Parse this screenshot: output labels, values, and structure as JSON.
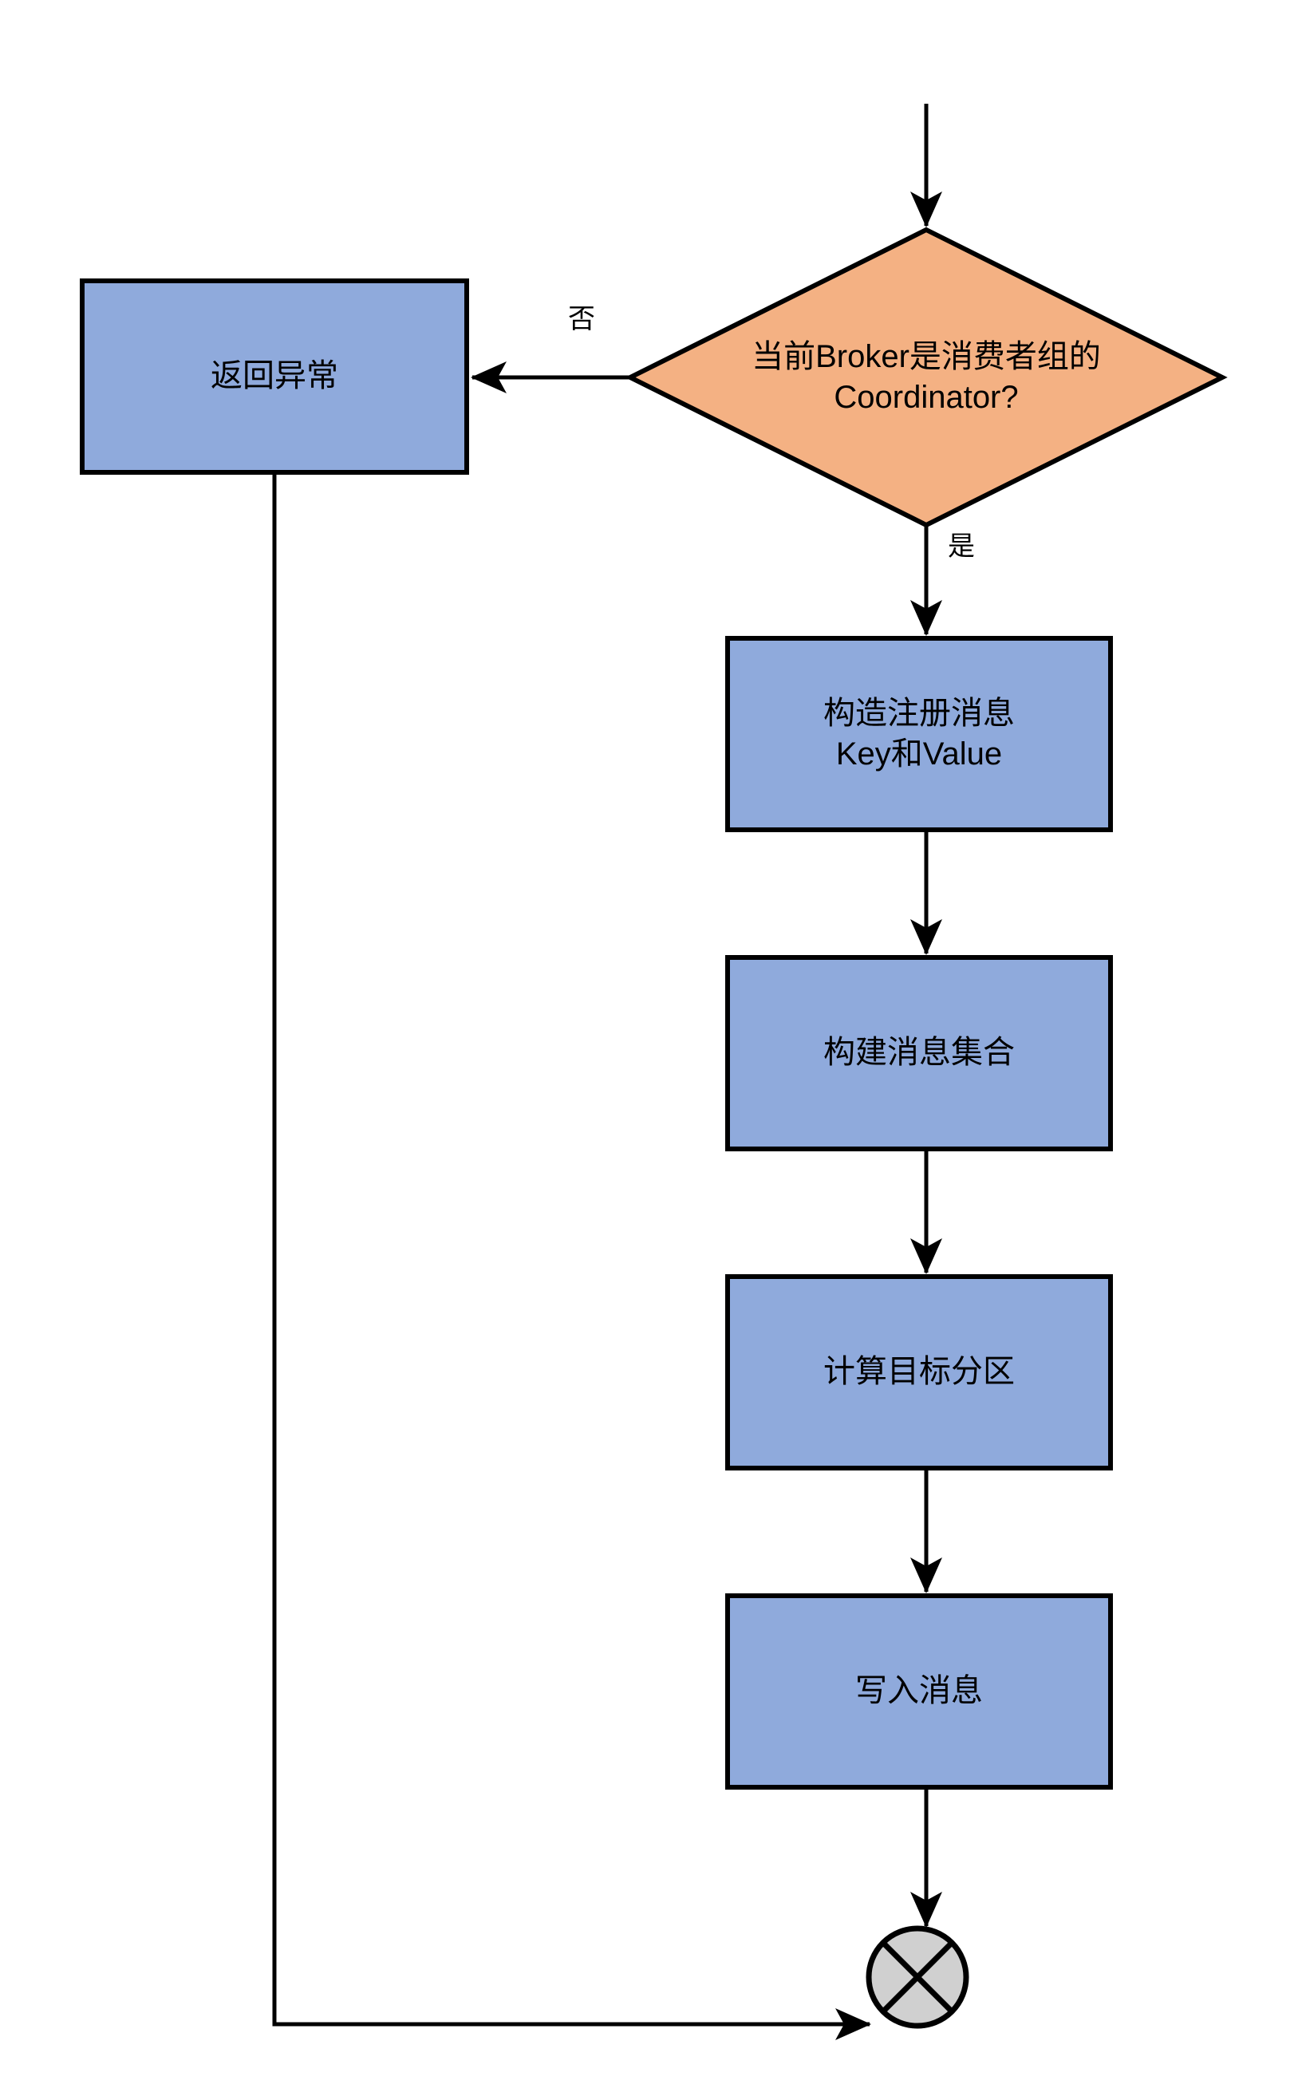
{
  "diagram": {
    "type": "flowchart",
    "title_text": "",
    "colors": {
      "process_fill": "#8FAADC",
      "decision_fill": "#F4B183",
      "terminator_fill": "#D0D0D0",
      "stroke": "#000000",
      "text": "#000000",
      "background": "#FFFFFF"
    },
    "nodes": [
      {
        "id": "return-exception",
        "shape": "rectangle",
        "label": "返回异常",
        "fill": "#8FAADC"
      },
      {
        "id": "is-coordinator",
        "shape": "diamond",
        "label": "当前Broker是消费者组的\nCoordinator?",
        "fill": "#F4B183"
      },
      {
        "id": "build-key-value",
        "shape": "rectangle",
        "label": "构造注册消息\nKey和Value",
        "fill": "#8FAADC"
      },
      {
        "id": "build-message-set",
        "shape": "rectangle",
        "label": "构建消息集合",
        "fill": "#8FAADC"
      },
      {
        "id": "compute-partition",
        "shape": "rectangle",
        "label": "计算目标分区",
        "fill": "#8FAADC"
      },
      {
        "id": "write-message",
        "shape": "rectangle",
        "label": "写入消息",
        "fill": "#8FAADC"
      },
      {
        "id": "end-terminator",
        "shape": "circle-cross",
        "label": "",
        "fill": "#D0D0D0"
      }
    ],
    "edges": [
      {
        "id": "entry-to-decision",
        "from": "",
        "to": "is-coordinator",
        "label": ""
      },
      {
        "id": "decision-to-return-exception",
        "from": "is-coordinator",
        "to": "return-exception",
        "label": "否"
      },
      {
        "id": "decision-to-build-key-value",
        "from": "is-coordinator",
        "to": "build-key-value",
        "label": "是"
      },
      {
        "id": "build-key-value-to-build-message-set",
        "from": "build-key-value",
        "to": "build-message-set",
        "label": ""
      },
      {
        "id": "build-message-set-to-compute-partition",
        "from": "build-message-set",
        "to": "compute-partition",
        "label": ""
      },
      {
        "id": "compute-partition-to-write-message",
        "from": "compute-partition",
        "to": "write-message",
        "label": ""
      },
      {
        "id": "write-message-to-end",
        "from": "write-message",
        "to": "end-terminator",
        "label": ""
      },
      {
        "id": "return-exception-to-end",
        "from": "return-exception",
        "to": "end-terminator",
        "label": ""
      }
    ]
  }
}
